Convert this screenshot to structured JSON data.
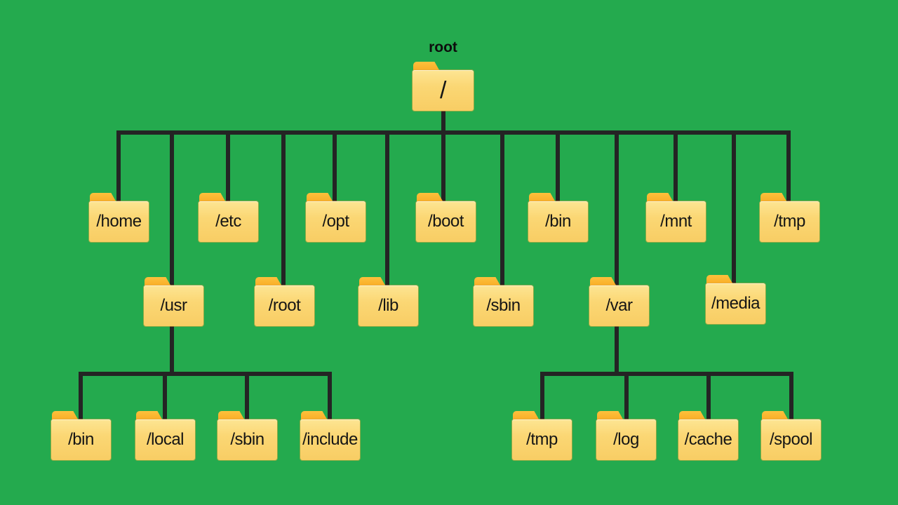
{
  "diagram": {
    "description": "Linux filesystem hierarchy tree",
    "colors": {
      "background": "#24aa4e",
      "line": "#242424",
      "folder_body": "#fbd774",
      "folder_tab": "#f9a620",
      "folder_tab_light": "#fcc13c",
      "label_text": "#151515"
    },
    "tree": {
      "root": {
        "caption": "root",
        "label": "/"
      },
      "level1": [
        "/home",
        "/etc",
        "/opt",
        "/boot",
        "/bin",
        "/mnt",
        "/tmp"
      ],
      "level2": [
        "/usr",
        "/root",
        "/lib",
        "/sbin",
        "/var",
        "/media"
      ],
      "usr_children": [
        "/bin",
        "/local",
        "/sbin",
        "/include"
      ],
      "var_children": [
        "/tmp",
        "/log",
        "/cache",
        "/spool"
      ]
    }
  }
}
